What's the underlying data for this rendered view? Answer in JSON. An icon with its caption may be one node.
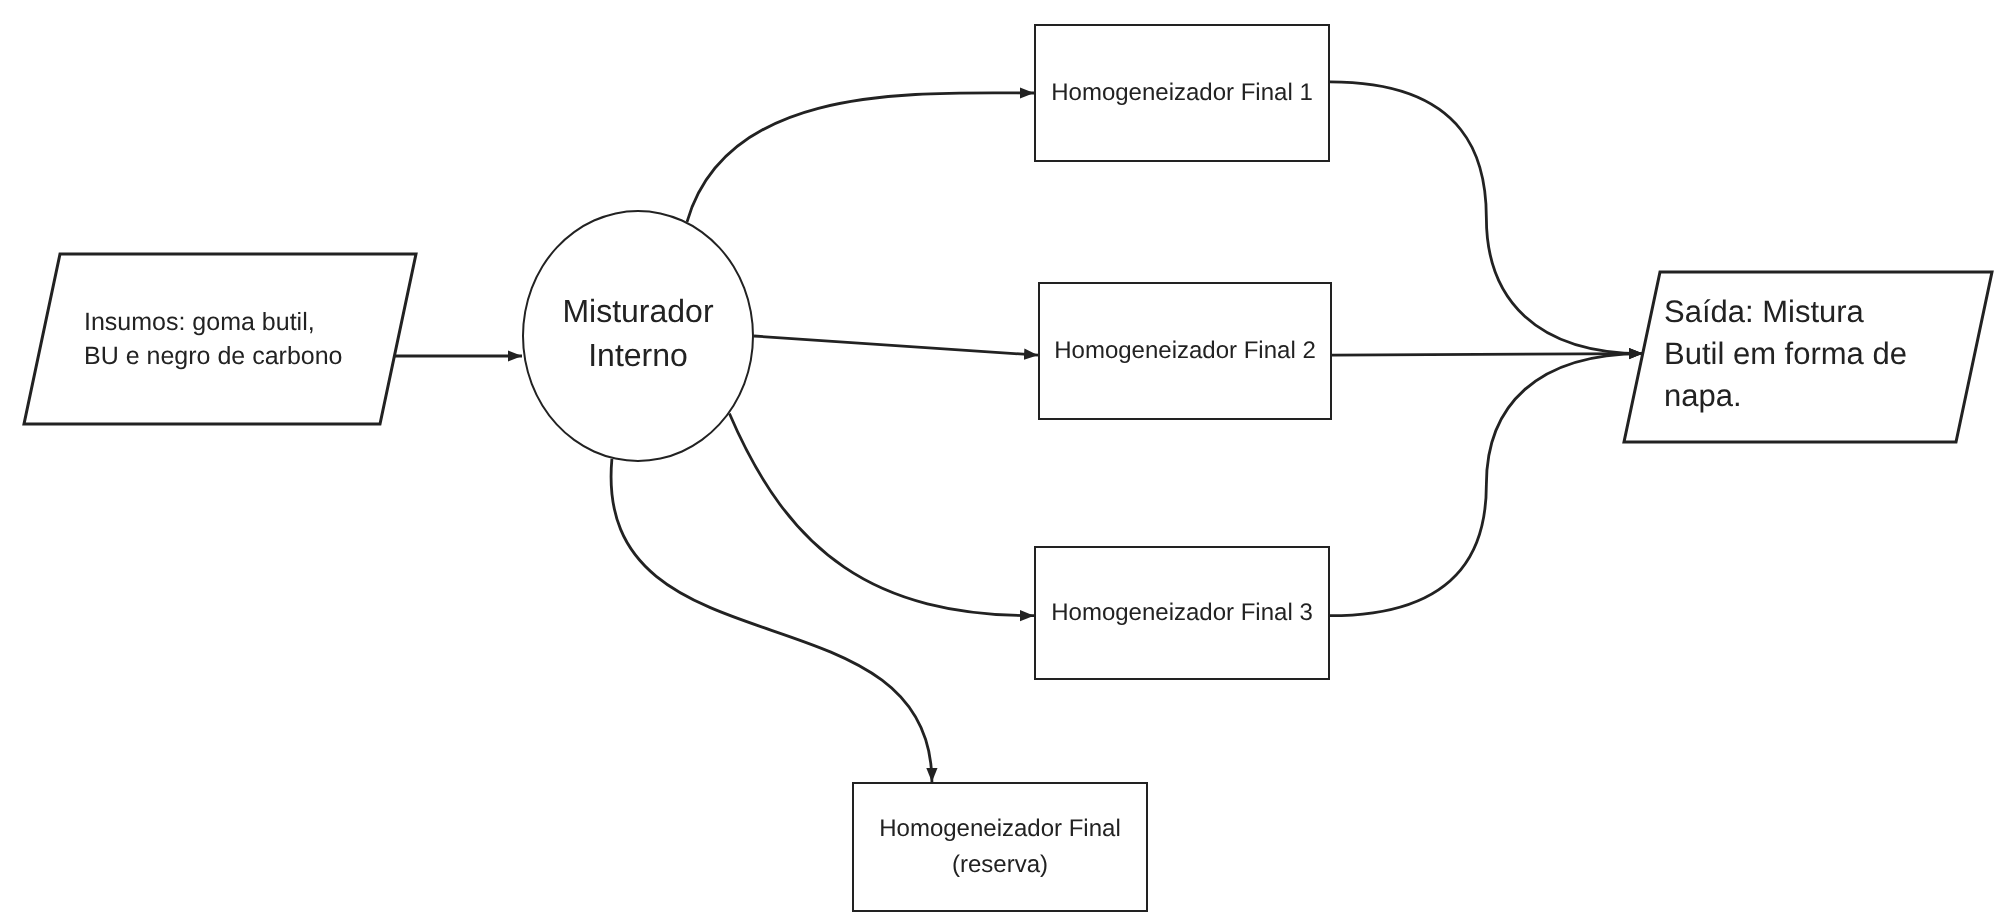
{
  "diagram": {
    "nodes": [
      {
        "text": [
          "Insumos: goma butil, BU  e negro de carbono"
        ]
      },
      {
        "text": [
          "Misturador Interno"
        ]
      },
      {
        "text": [
          "Homogeneizador Final 1"
        ]
      },
      {
        "text": [
          "Homogeneizador Final 2"
        ]
      },
      {
        "text": [
          "Homogeneizador Final 3"
        ]
      },
      {
        "text": [
          "Homogeneizador Final (reserva)"
        ]
      },
      {
        "text": [
          "Saída: Mistura Butil em forma de napa."
        ]
      }
    ],
    "edges": [
      {
        "from": 0,
        "to": 1,
        "arrow": "to"
      },
      {
        "from": 1,
        "to": 2,
        "arrow": "to"
      },
      {
        "from": 1,
        "to": 3,
        "arrow": "to"
      },
      {
        "from": 1,
        "to": 4,
        "arrow": "to"
      },
      {
        "from": 1,
        "to": 5,
        "arrow": "to"
      },
      {
        "from": 2,
        "to": 6,
        "arrow": "to"
      },
      {
        "from": 3,
        "to": 6,
        "arrow": "to"
      },
      {
        "from": 4,
        "to": 6,
        "arrow": "to"
      }
    ]
  }
}
